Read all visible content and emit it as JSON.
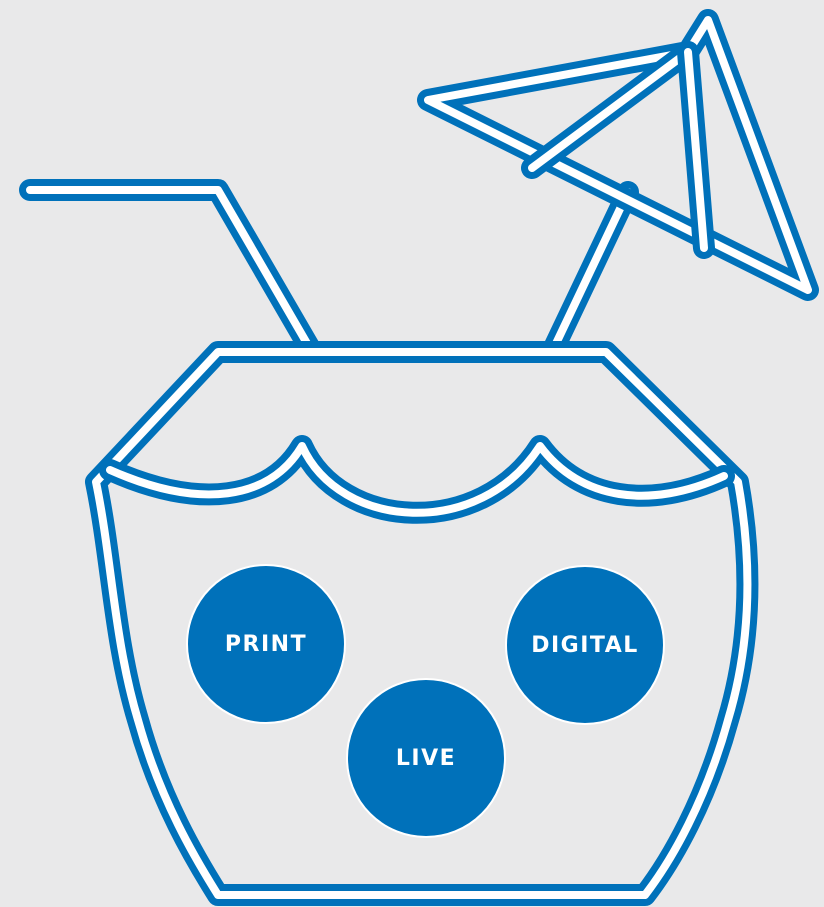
{
  "colors": {
    "background": "#e9e9ea",
    "accent": "#0071ba",
    "line": "#ffffff"
  },
  "illustration": {
    "icon": "coconut-drink-icon",
    "bubbles": [
      {
        "id": "print",
        "label": "PRINT"
      },
      {
        "id": "live",
        "label": "LIVE"
      },
      {
        "id": "digital",
        "label": "DIGITAL"
      }
    ]
  }
}
